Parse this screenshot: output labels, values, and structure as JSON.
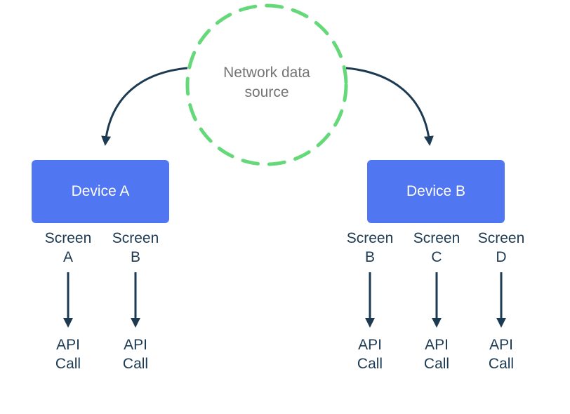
{
  "colors": {
    "circle_green": "#65D97A",
    "device_blue": "#5176F1",
    "device_text": "#FFFFFF",
    "text_dark": "#1D3A53",
    "text_gray": "#757575"
  },
  "network_source": {
    "line1": "Network data",
    "line2": "source"
  },
  "devices": [
    {
      "label": "Device A",
      "screens": [
        {
          "word": "Screen",
          "letter": "A",
          "api_line1": "API",
          "api_line2": "Call"
        },
        {
          "word": "Screen",
          "letter": "B",
          "api_line1": "API",
          "api_line2": "Call"
        }
      ]
    },
    {
      "label": "Device B",
      "screens": [
        {
          "word": "Screen",
          "letter": "B",
          "api_line1": "API",
          "api_line2": "Call"
        },
        {
          "word": "Screen",
          "letter": "C",
          "api_line1": "API",
          "api_line2": "Call"
        },
        {
          "word": "Screen",
          "letter": "D",
          "api_line1": "API",
          "api_line2": "Call"
        }
      ]
    }
  ]
}
